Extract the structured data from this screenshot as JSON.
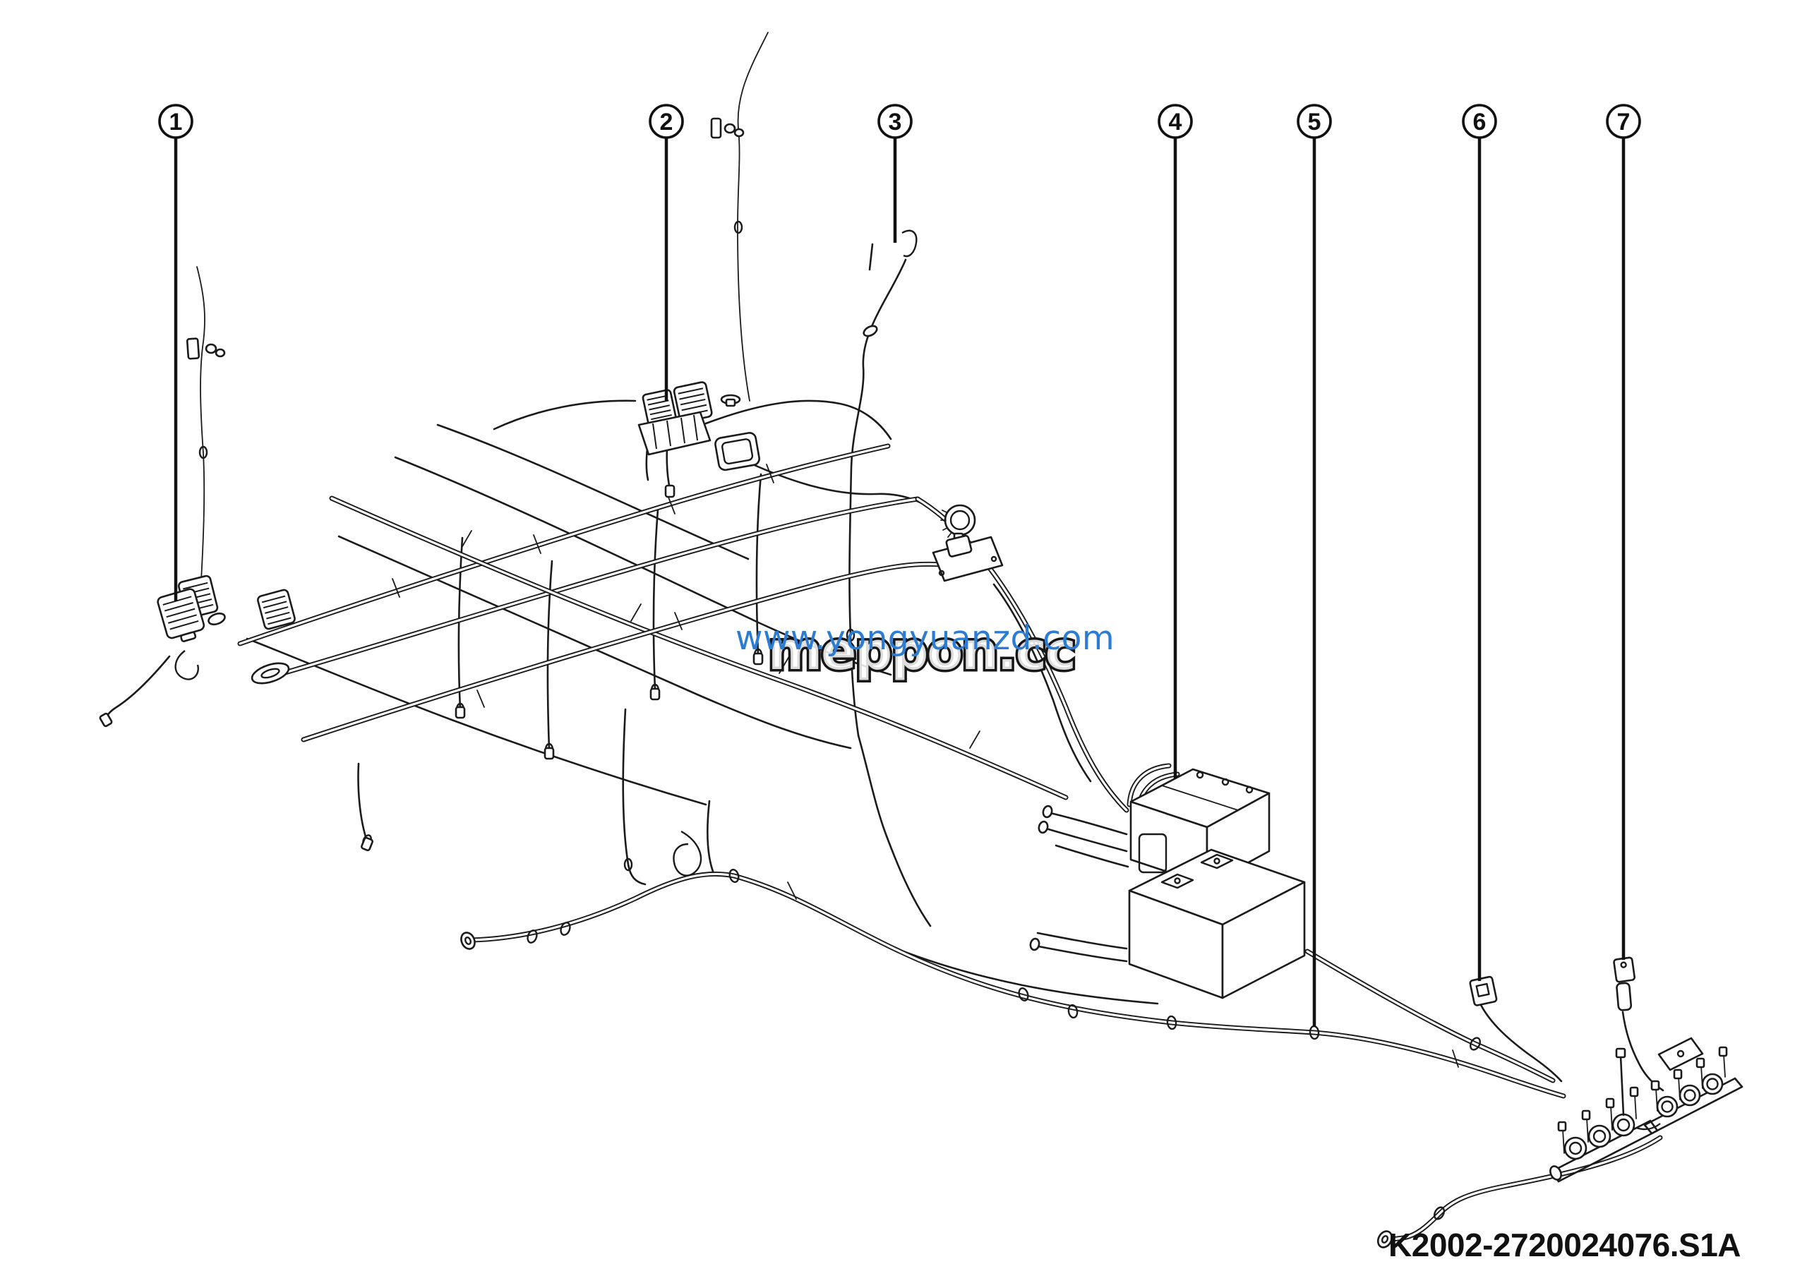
{
  "page": {
    "background": "#ffffff"
  },
  "diagram": {
    "drawing_code": "K2002-2720024076.S1A",
    "callouts": [
      {
        "label": "1"
      },
      {
        "label": "2"
      },
      {
        "label": "3"
      },
      {
        "label": "4"
      },
      {
        "label": "5"
      },
      {
        "label": "6"
      },
      {
        "label": "7"
      }
    ],
    "watermark": {
      "url_text": "www.yongyuanzd.com",
      "brand_text": "meppon.cc",
      "url_color": "#2b7cd2"
    },
    "colors": {
      "line": "#1b1b1b",
      "background": "#ffffff"
    }
  }
}
